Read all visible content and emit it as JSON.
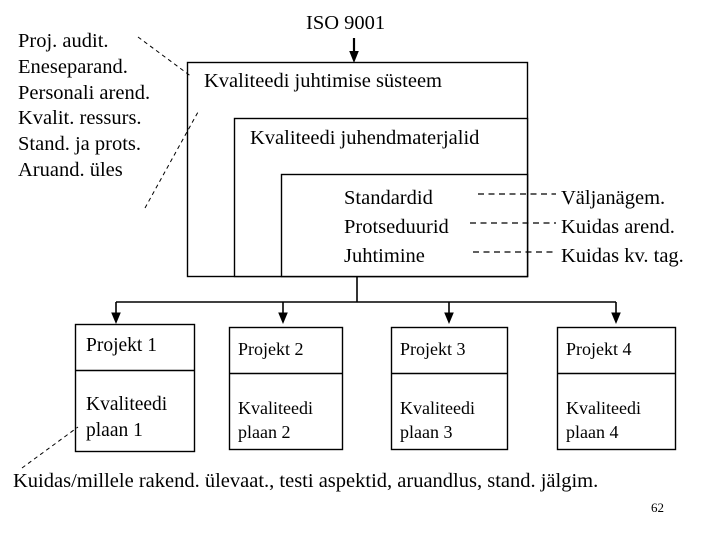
{
  "slide": {
    "page_number": "62",
    "caption": "Kuidas/millele rakend. ülevaat., testi aspektid, aruandlus, stand. jälgim."
  },
  "standard": {
    "label": "ISO 9001"
  },
  "left_list": {
    "items": [
      "Proj. audit.",
      "Eneseparand.",
      "Personali arend.",
      "Kvalit. ressurs.",
      "Stand. ja prots.",
      "Aruand. üles"
    ]
  },
  "boxes": {
    "outer_title": "Kvaliteedi juhtimise süsteem",
    "middle_title": "Kvaliteedi juhendmaterjalid",
    "inner_rows": [
      "Standardid",
      "Protseduurid",
      "Juhtimine"
    ]
  },
  "right_annotations": [
    "Väljanägem.",
    "Kuidas arend.",
    "Kuidas kv. tag."
  ],
  "projects": [
    {
      "title": "Projekt 1",
      "plan_line1": "Kvaliteedi",
      "plan_line2": "plaan 1"
    },
    {
      "title": "Projekt 2",
      "plan_line1": "Kvaliteedi",
      "plan_line2": "plaan 2"
    },
    {
      "title": "Projekt 3",
      "plan_line1": "Kvaliteedi",
      "plan_line2": "plaan 3"
    },
    {
      "title": "Projekt 4",
      "plan_line1": "Kvaliteedi",
      "plan_line2": "plaan 4"
    }
  ],
  "colors": {
    "stroke": "#000000",
    "background": "#ffffff",
    "text": "#000000"
  }
}
